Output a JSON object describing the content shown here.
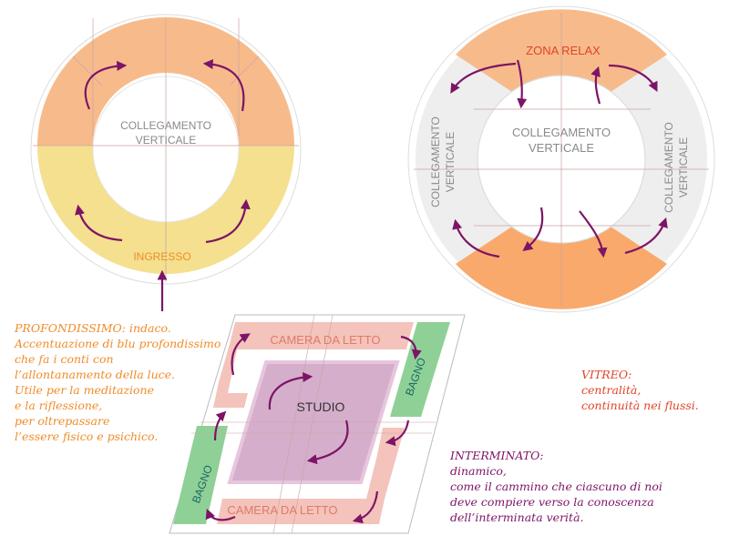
{
  "colors": {
    "orange": "#f7bb8b",
    "orange_deep": "#f9a96b",
    "yellow": "#f4e08e",
    "gray_ring": "#eeeeee",
    "pink": "#f4c3bb",
    "purple": "#d5aecb",
    "green": "#8fd096",
    "arrow": "#7d1466",
    "guide": "#c9a3a3"
  },
  "diagram_left": {
    "center_label_1": "COLLEGAMENTO",
    "center_label_2": "VERTICALE",
    "entrance_label": "INGRESSO"
  },
  "diagram_right": {
    "top_zone_label": "ZONA RELAX",
    "center_label_1": "COLLEGAMENTO",
    "center_label_2": "VERTICALE",
    "side_label_1": "COLLEGAMENTO",
    "side_label_2": "VERTICALE"
  },
  "diagram_plan": {
    "bedroom_top": "CAMERA DA LETTO",
    "bedroom_bottom": "CAMERA DA LETTO",
    "bath_right": "BAGNO",
    "bath_left": "BAGNO",
    "study": "STUDIO"
  },
  "notes": {
    "profondissimo": {
      "heading": "PROFONDISSIMO:",
      "first_line_rest": " indaco.",
      "lines": [
        "Accentuazione di blu profondissimo",
        "che fa i conti con",
        "l’allontanamento della luce.",
        "Utile per la meditazione",
        "e la riflessione,",
        "per oltrepassare",
        "l’essere fisico e psichico."
      ]
    },
    "vitreo": {
      "heading": "VITREO:",
      "lines": [
        "centralità,",
        "continuità nei flussi."
      ]
    },
    "interminato": {
      "heading": "INTERMINATO:",
      "lines": [
        "dinamico,",
        "come il cammino che ciascuno di noi",
        "deve compiere verso la conoscenza",
        "dell’interminata verità."
      ]
    }
  }
}
